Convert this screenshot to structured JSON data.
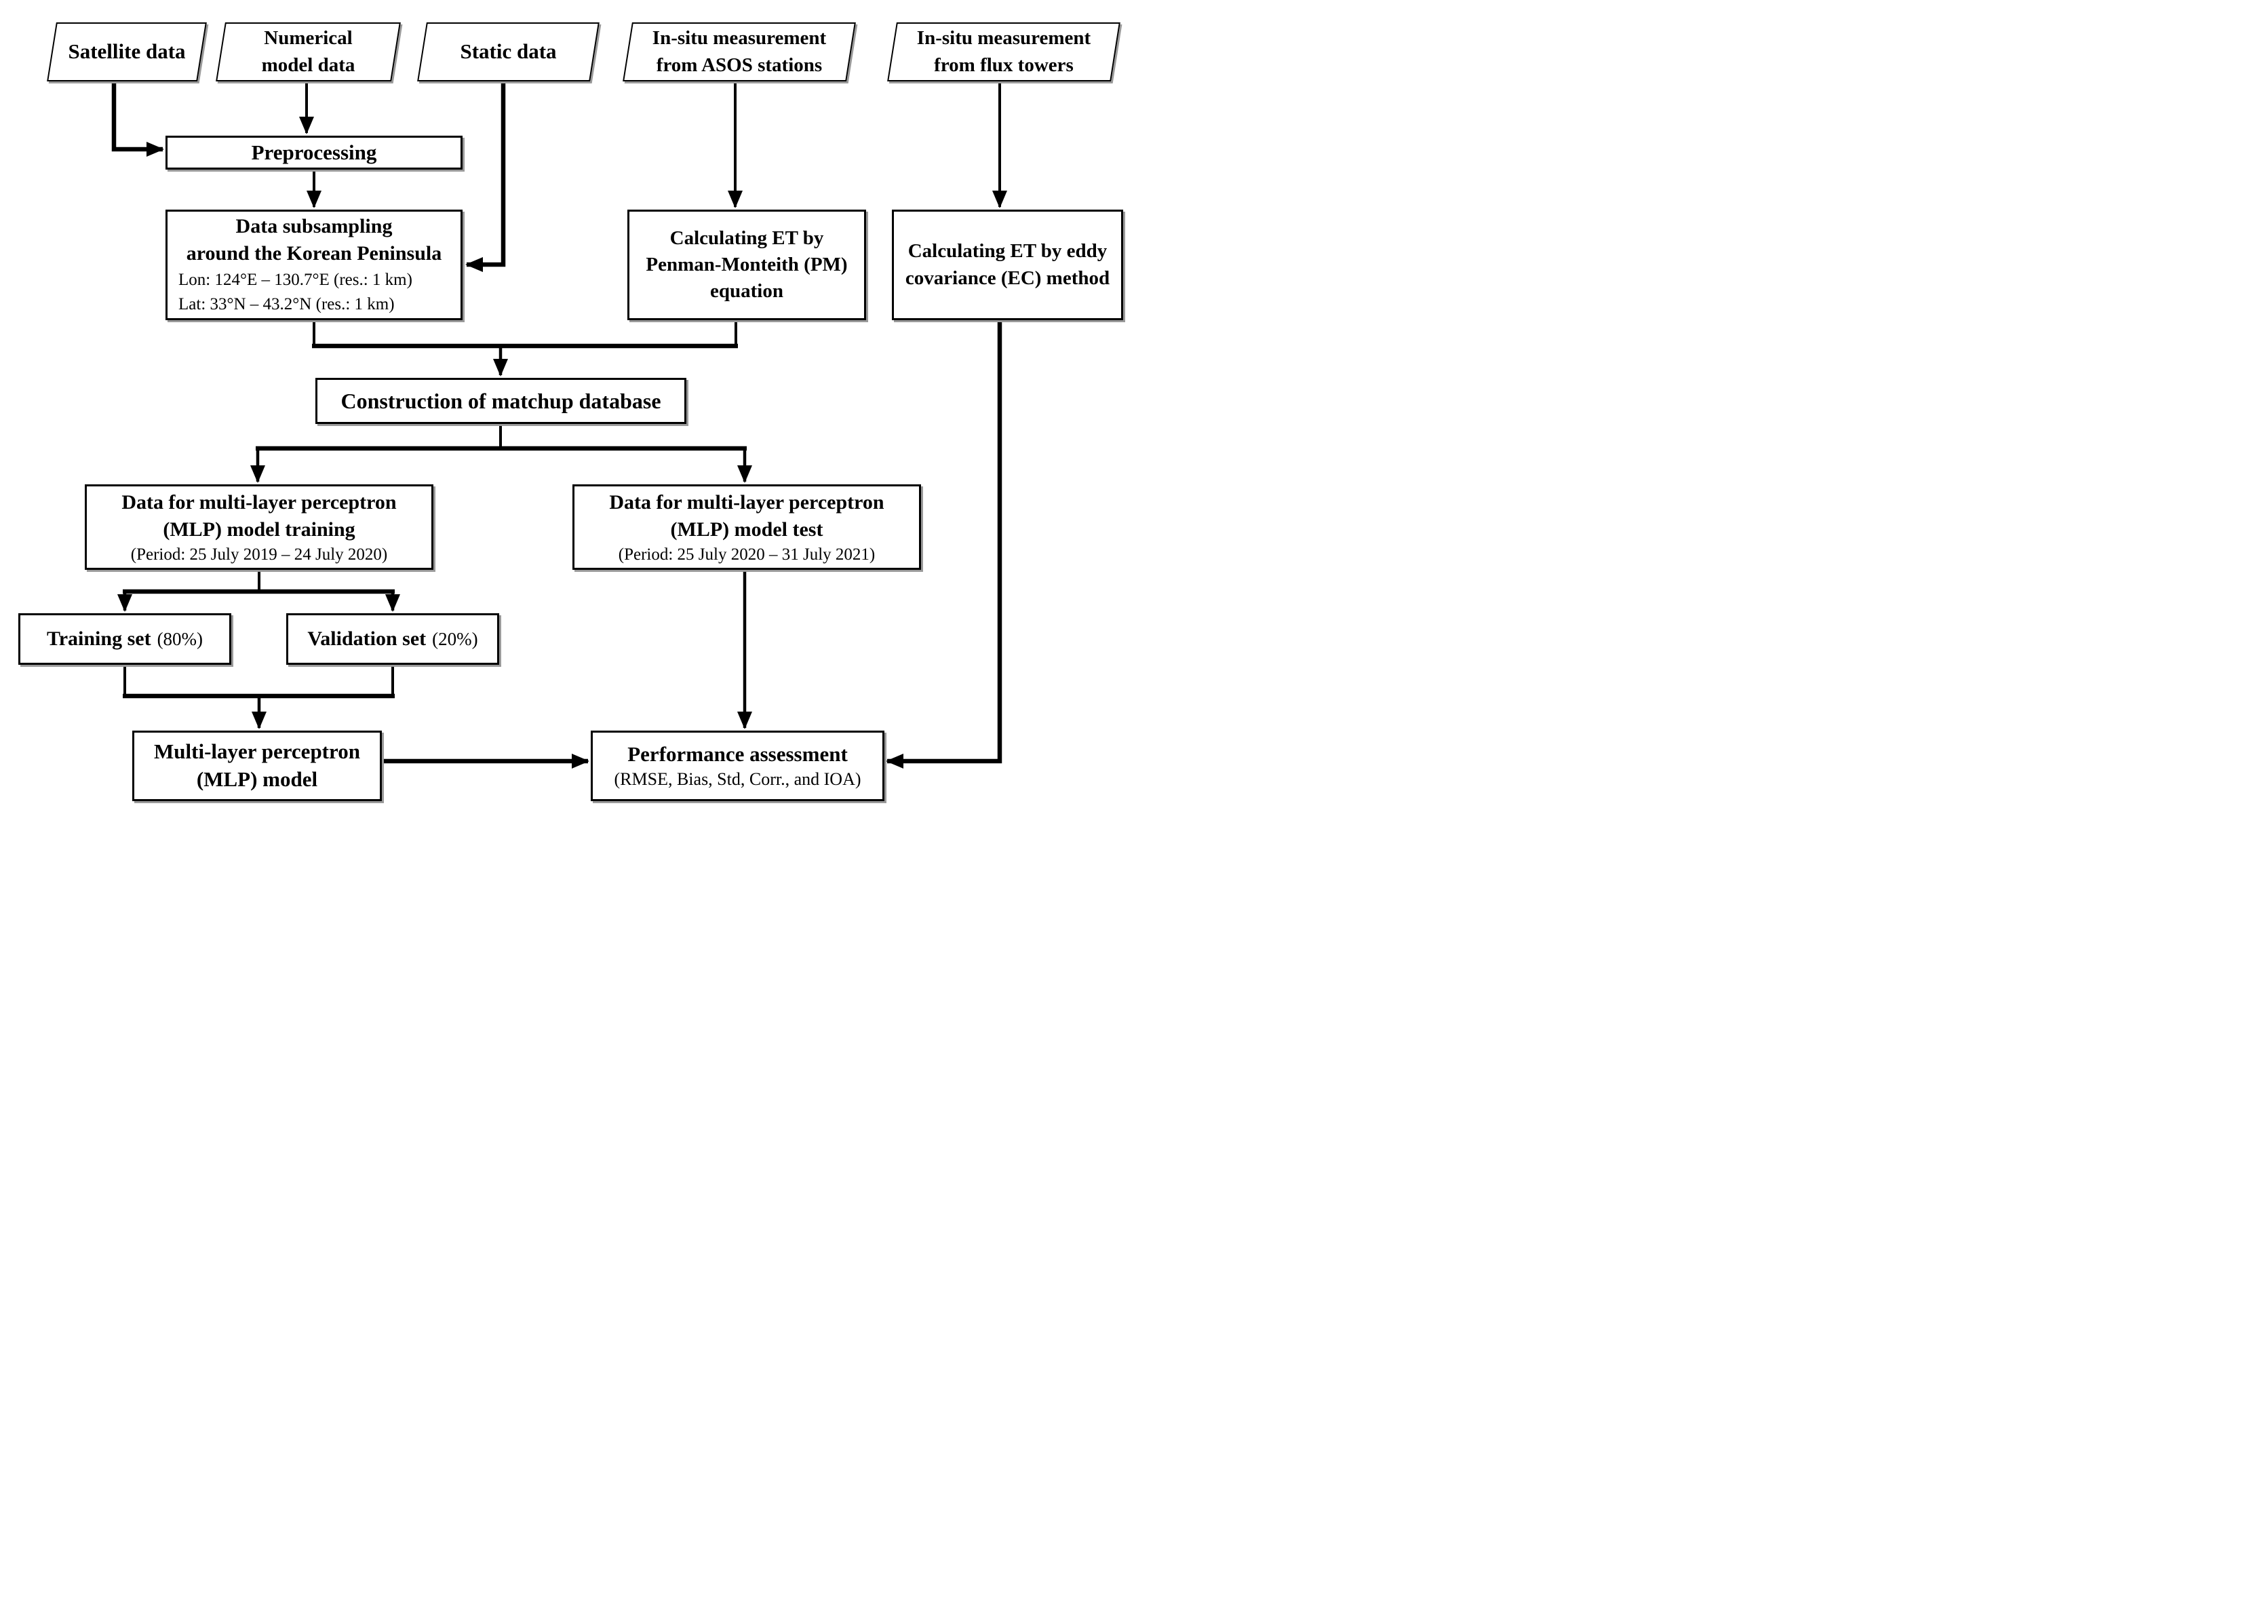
{
  "diagram": {
    "colors": {
      "stroke": "#000000",
      "fill": "#ffffff",
      "shadow": "#999999"
    },
    "nodes": {
      "satellite": {
        "label": "Satellite data"
      },
      "numerical_model": {
        "line1": "Numerical",
        "line2": "model data"
      },
      "static_data": {
        "label": "Static data"
      },
      "asos": {
        "line1": "In-situ measurement",
        "line2": "from ASOS stations"
      },
      "flux": {
        "line1": "In-situ measurement",
        "line2": "from flux towers"
      },
      "preprocessing": {
        "label": "Preprocessing"
      },
      "subsampling": {
        "title1": "Data subsampling",
        "title2": "around the Korean Peninsula",
        "lon": "Lon: 124°E – 130.7°E (res.: 1 km)",
        "lat": "Lat: 33°N – 43.2°N (res.: 1 km)"
      },
      "pm_equation": {
        "line1": "Calculating ET by",
        "line2": "Penman-Monteith (PM)",
        "line3": "equation"
      },
      "ec_method": {
        "line1": "Calculating ET by eddy",
        "line2": "covariance (EC) method"
      },
      "matchup": {
        "label": "Construction of matchup database"
      },
      "mlp_training_data": {
        "title1": "Data for multi-layer perceptron",
        "title2": "(MLP) model training",
        "period": "(Period: 25 July 2019 – 24 July 2020)"
      },
      "mlp_test_data": {
        "title1": "Data for multi-layer perceptron",
        "title2": "(MLP) model test",
        "period": "(Period: 25 July 2020 – 31 July 2021)"
      },
      "training_set": {
        "title": "Training set",
        "share": "(80%)"
      },
      "validation_set": {
        "title": "Validation set",
        "share": "(20%)"
      },
      "mlp_model": {
        "line1": "Multi-layer perceptron",
        "line2": "(MLP) model"
      },
      "performance": {
        "title": "Performance assessment",
        "metrics": "(RMSE, Bias, Std, Corr., and IOA)"
      }
    }
  }
}
